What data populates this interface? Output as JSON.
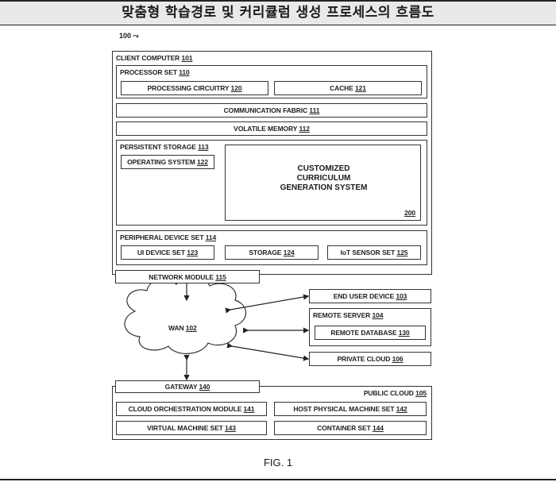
{
  "header": {
    "title": "맞춤형 학습경로 및 커리큘럼 생성 프로세스의 흐름도"
  },
  "ref_100": "100",
  "client": {
    "label": "CLIENT COMPUTER",
    "num": "101",
    "processor_set": {
      "label": "PROCESSOR SET",
      "num": "110"
    },
    "processing_circuitry": {
      "label": "PROCESSING CIRCUITRY",
      "num": "120"
    },
    "cache": {
      "label": "CACHE",
      "num": "121"
    },
    "communication_fabric": {
      "label": "COMMUNICATION FABRIC",
      "num": "111"
    },
    "volatile_memory": {
      "label": "VOLATILE MEMORY",
      "num": "112"
    },
    "persistent_storage": {
      "label": "PERSISTENT STORAGE",
      "num": "113"
    },
    "operating_system": {
      "label": "OPERATING SYSTEM",
      "num": "122"
    },
    "ccgs": {
      "line1": "CUSTOMIZED",
      "line2": "CURRICULUM",
      "line3": "GENERATION SYSTEM",
      "num": "200"
    },
    "peripheral_device_set": {
      "label": "PERIPHERAL DEVICE SET",
      "num": "114"
    },
    "ui_device_set": {
      "label": "UI DEVICE SET",
      "num": "123"
    },
    "storage": {
      "label": "STORAGE",
      "num": "124"
    },
    "iot_sensor_set": {
      "label": "IoT SENSOR SET",
      "num": "125"
    },
    "network_module": {
      "label": "NETWORK MODULE",
      "num": "115"
    }
  },
  "wan": {
    "label": "WAN",
    "num": "102"
  },
  "end_user_device": {
    "label": "END USER DEVICE",
    "num": "103"
  },
  "remote_server": {
    "label": "REMOTE SERVER",
    "num": "104"
  },
  "remote_database": {
    "label": "REMOTE DATABASE",
    "num": "130"
  },
  "private_cloud": {
    "label": "PRIVATE CLOUD",
    "num": "106"
  },
  "gateway": {
    "label": "GATEWAY",
    "num": "140"
  },
  "public_cloud": {
    "label": "PUBLIC CLOUD",
    "num": "105",
    "cloud_orchestration": {
      "label": "CLOUD ORCHESTRATION MODULE",
      "num": "141"
    },
    "host_physical": {
      "label": "HOST PHYSICAL MACHINE SET",
      "num": "142"
    },
    "virtual_machine": {
      "label": "VIRTUAL MACHINE SET",
      "num": "143"
    },
    "container": {
      "label": "CONTAINER SET",
      "num": "144"
    }
  },
  "figure_caption": "FIG. 1"
}
